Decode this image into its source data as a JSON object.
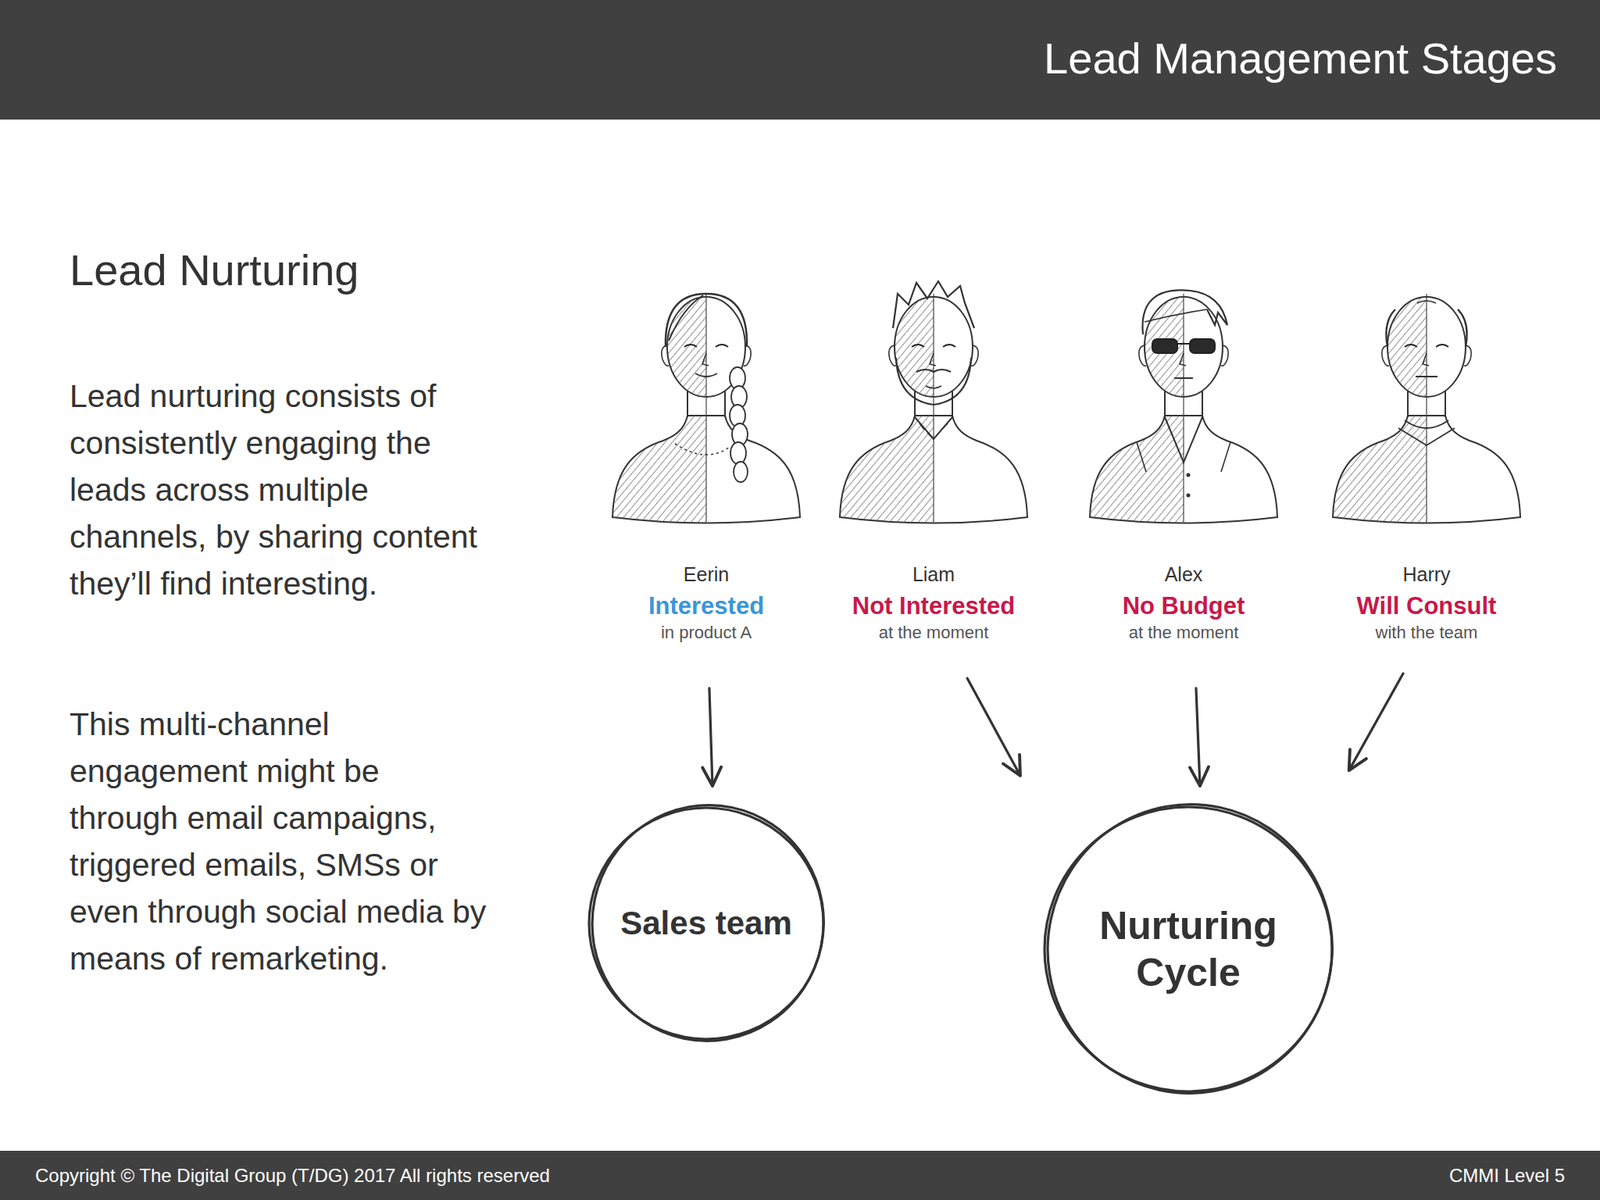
{
  "diagram": {
    "title": "Lead Management Stages",
    "nodes": [
      {
        "text": [
          "Eerin",
          "Interested",
          "in product A"
        ]
      },
      {
        "text": [
          "Liam",
          "Not Interested",
          "at the moment"
        ]
      },
      {
        "text": [
          "Alex",
          "No Budget",
          "at the moment"
        ]
      },
      {
        "text": [
          "Harry",
          "Will Consult",
          "with the team"
        ]
      },
      {
        "text": [
          "Sales team"
        ]
      },
      {
        "text": [
          "Nurturing Cycle"
        ]
      }
    ],
    "edges": [
      {
        "from": 0,
        "to": 4,
        "arrow": "to"
      },
      {
        "from": 1,
        "to": 5,
        "arrow": "to"
      },
      {
        "from": 2,
        "to": 5,
        "arrow": "to"
      },
      {
        "from": 3,
        "to": 5,
        "arrow": "to"
      }
    ],
    "labels": [
      "Lead Nurturing",
      "Lead nurturing consists of consistently engaging the leads across multiple channels, by sharing content they’ll find interesting.",
      "This multi-channel engagement might be through email campaigns, triggered emails, SMSs or even through social media by means of remarketing.",
      "Copyright © The Digital Group (T/DG) 2017 All rights reserved",
      "CMMI Level 5"
    ]
  }
}
